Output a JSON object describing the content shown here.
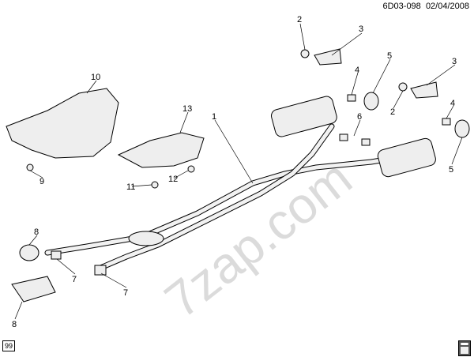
{
  "header": {
    "diagram_id": "6D03-098",
    "date": "02/04/2008"
  },
  "page_badge": "99",
  "watermark": "7zap.com",
  "callouts": [
    "1",
    "2",
    "3",
    "4",
    "5",
    "2",
    "3",
    "4",
    "5",
    "6",
    "7",
    "7",
    "8",
    "8",
    "9",
    "10",
    "11",
    "12",
    "13"
  ]
}
